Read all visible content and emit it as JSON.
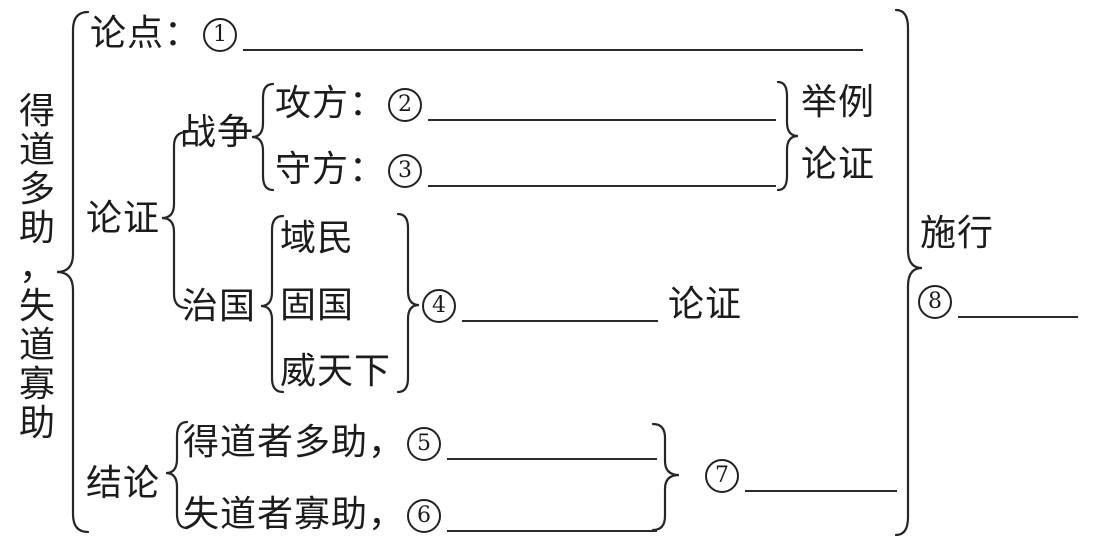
{
  "title": "得道多助，失道寡助",
  "thesis": {
    "label": "论点：",
    "number": "1"
  },
  "argument": {
    "label": "论证",
    "war": {
      "label": "战争",
      "attack_label": "攻方：",
      "attack_number": "2",
      "defense_label": "守方：",
      "defense_number": "3",
      "method_line1": "举例",
      "method_line2": "论证"
    },
    "governance": {
      "label": "治国",
      "item1": "域民",
      "item2": "固国",
      "item3": "威天下",
      "number": "4",
      "method_label": "论证"
    }
  },
  "conclusion": {
    "label": "结论",
    "line1_text": "得道者多助，",
    "line1_number": "5",
    "line2_text": "失道者寡助，",
    "line2_number": "6",
    "number": "7"
  },
  "outcome": {
    "label": "施行",
    "number": "8"
  }
}
